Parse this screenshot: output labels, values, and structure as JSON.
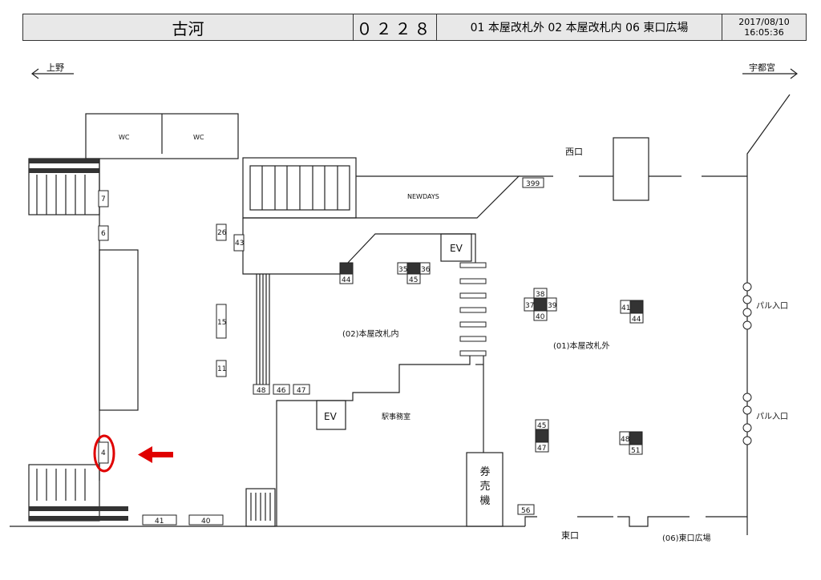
{
  "header": {
    "station": "古河",
    "code": "０２２８",
    "areas": "01 本屋改札外 02 本屋改札内 06 東口広場",
    "date": "2017/08/10",
    "time": "16:05:36"
  },
  "directions": {
    "left": "上野",
    "right": "宇都宮"
  },
  "rooms": {
    "wc1": "WC",
    "wc2": "WC",
    "newdays": "NEWDAYS",
    "ev1": "EV",
    "ev2": "EV",
    "office": "駅事務室",
    "ticket": "券売機"
  },
  "areas": {
    "inside": "(02)本屋改札内",
    "outside": "(01)本屋改札外",
    "plaza": "(06)東口広場",
    "west": "西口",
    "east": "東口",
    "pal1": "パル入口",
    "pal2": "パル入口"
  },
  "spots": [
    "7",
    "6",
    "26",
    "43",
    "15",
    "11",
    "4",
    "48",
    "46",
    "47",
    "41",
    "40",
    "399",
    "44",
    "35",
    "36",
    "45",
    "38",
    "37",
    "39",
    "40",
    "41",
    "44",
    "45",
    "47",
    "48",
    "51",
    "56"
  ],
  "highlight_color": "#e00000"
}
